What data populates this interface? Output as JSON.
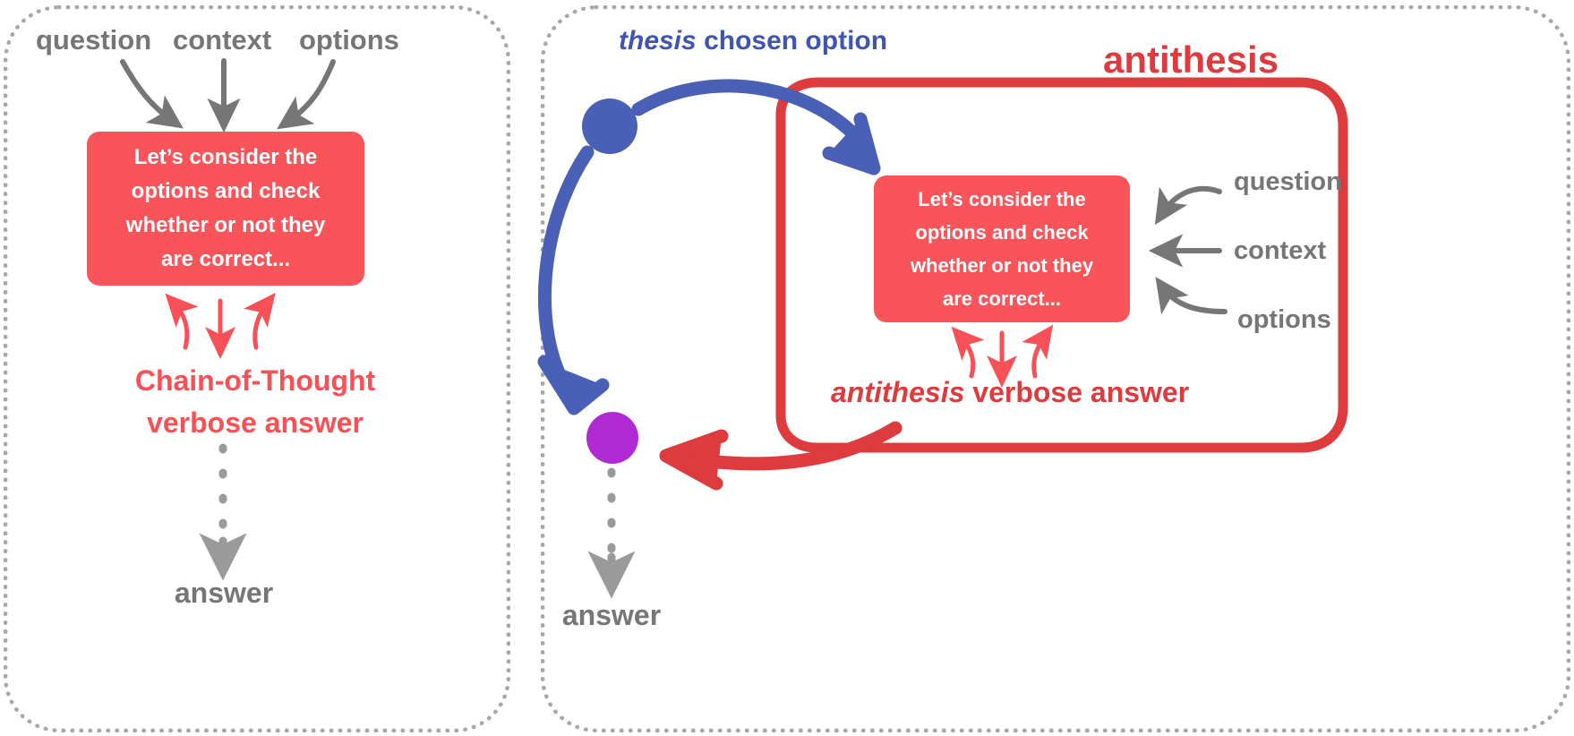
{
  "figure": {
    "title": "Chain-of-Thought vs Dialectic (thesis / antithesis) prompting diagram",
    "colors": {
      "panel_border": "#a8a8a8",
      "gray_text": "#767676",
      "prompt_box_fill": "#f9545a",
      "prompt_box_text": "#ffffff",
      "cot_red": "#f75157",
      "antithesis_red": "#dd3b3e",
      "thesis_blue": "#4056ae",
      "thesis_dot": "#4a60b6",
      "answer_dot": "#b02ad3",
      "dashed_arrow_gray": "#9a9a9a"
    }
  },
  "left_panel": {
    "name": "chain-of-thought-panel",
    "inputs": [
      "question",
      "context",
      "options"
    ],
    "prompt_box": {
      "lines": [
        "Let’s consider the",
        "options and check",
        "whether or not they",
        "are correct..."
      ]
    },
    "output_label": {
      "line1": "Chain-of-Thought",
      "line2": "verbose answer"
    },
    "final_label": "answer"
  },
  "right_panel": {
    "name": "dialectic-panel",
    "thesis_label": {
      "emphasis": "thesis",
      "rest": "chosen option"
    },
    "antithesis_title": "antithesis",
    "inputs": [
      "question",
      "context",
      "options"
    ],
    "prompt_box": {
      "lines": [
        "Let’s consider the",
        "options and check",
        "whether or not they",
        "are correct..."
      ]
    },
    "antithesis_output": {
      "emphasis": "antithesis",
      "rest": "verbose answer"
    },
    "final_label": "answer",
    "nodes": {
      "thesis_dot": "thesis-node",
      "answer_dot": "answer-node"
    }
  }
}
